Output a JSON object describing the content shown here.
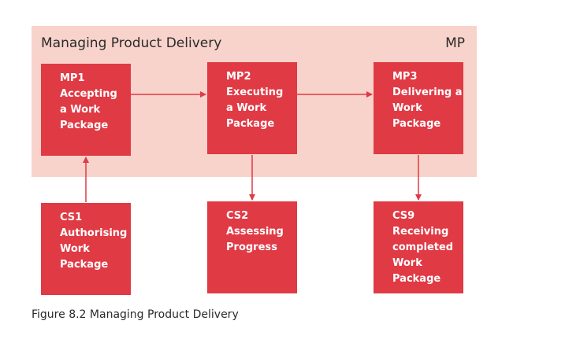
{
  "group": {
    "title": "Managing Product Delivery",
    "code": "MP"
  },
  "boxes": {
    "mp1": {
      "code": "MP1",
      "lines": [
        "Accepting",
        "a Work",
        "Package"
      ]
    },
    "mp2": {
      "code": "MP2",
      "lines": [
        "Executing",
        "a Work",
        "Package"
      ]
    },
    "mp3": {
      "code": "MP3",
      "lines": [
        "Delivering a",
        "Work",
        "Package"
      ]
    },
    "cs1": {
      "code": "CS1",
      "lines": [
        "Authorising",
        "Work",
        "Package"
      ]
    },
    "cs2": {
      "code": "CS2",
      "lines": [
        "Assessing",
        "Progress"
      ]
    },
    "cs9": {
      "code": "CS9",
      "lines": [
        "Receiving",
        "completed",
        "Work",
        "Package"
      ]
    }
  },
  "caption": "Figure 8.2 Managing Product Delivery",
  "colors": {
    "box_fill": "#e03a45",
    "band_fill": "#f8d3cb",
    "arrow": "#e03a45"
  }
}
